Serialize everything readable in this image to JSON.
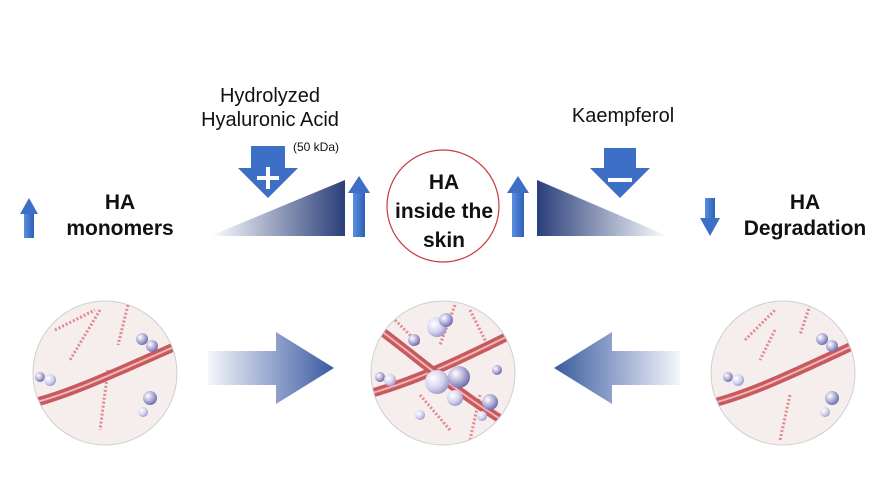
{
  "labels": {
    "left_title_line1": "HA",
    "left_title_line2": "monomers",
    "center_line1": "HA",
    "center_line2": "inside the",
    "center_line3": "skin",
    "right_title_line1": "HA",
    "right_title_line2": "Degradation",
    "hydrolyzed_line1": "Hydrolyzed",
    "hydrolyzed_line2": "Hyaluronic Acid",
    "molecular_weight": "(50 kDa)",
    "kaempferol": "Kaempferol"
  },
  "icons": [
    "up-arrow-icon",
    "down-arrow-icon",
    "plus-arrow-icon",
    "minus-arrow-icon",
    "right-arrow-icon",
    "left-arrow-icon"
  ],
  "colors": {
    "arrow_blue": "#3d6fc7",
    "wedge_dark": "#2a3f7a",
    "fiber_red": "#c85a5e",
    "circle_outline": "#c8393e",
    "tissue_bg": "#f6eded",
    "molecule_purple": "#8a86c0"
  }
}
